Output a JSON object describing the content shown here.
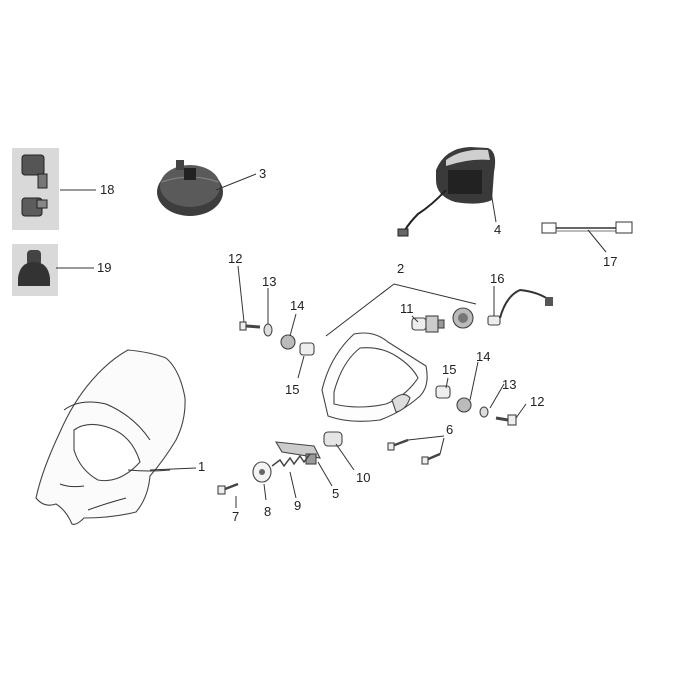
{
  "callouts": [
    {
      "id": "c1",
      "text": "1"
    },
    {
      "id": "c2",
      "text": "2"
    },
    {
      "id": "c3",
      "text": "3"
    },
    {
      "id": "c4",
      "text": "4"
    },
    {
      "id": "c5",
      "text": "5"
    },
    {
      "id": "c6",
      "text": "6"
    },
    {
      "id": "c7",
      "text": "7"
    },
    {
      "id": "c8",
      "text": "8"
    },
    {
      "id": "c9",
      "text": "9"
    },
    {
      "id": "c10",
      "text": "10"
    },
    {
      "id": "c11",
      "text": "11"
    },
    {
      "id": "c12a",
      "text": "12"
    },
    {
      "id": "c12b",
      "text": "12"
    },
    {
      "id": "c13a",
      "text": "13"
    },
    {
      "id": "c13b",
      "text": "13"
    },
    {
      "id": "c14a",
      "text": "14"
    },
    {
      "id": "c14b",
      "text": "14"
    },
    {
      "id": "c15a",
      "text": "15"
    },
    {
      "id": "c15b",
      "text": "15"
    },
    {
      "id": "c16",
      "text": "16"
    },
    {
      "id": "c17",
      "text": "17"
    },
    {
      "id": "c18",
      "text": "18"
    },
    {
      "id": "c19",
      "text": "19"
    }
  ]
}
